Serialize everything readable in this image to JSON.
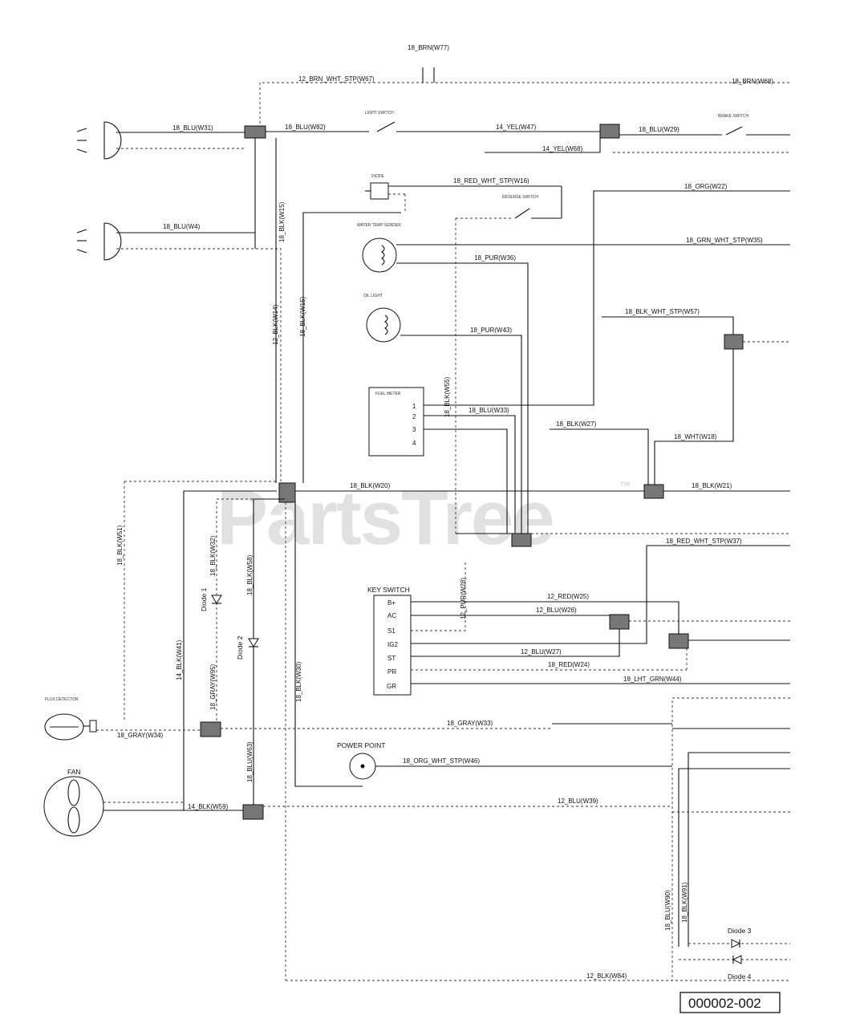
{
  "watermark": {
    "text": "PartsTree",
    "trademark": "™"
  },
  "drawing_number": "000002-002",
  "components": {
    "light_switch": "LIGHT SWITCH",
    "brake_switch": "BRAKE SWITCH",
    "diode_unit": "DIODE",
    "reverse_switch": "REVERSE SWITCH",
    "water_temp_sender": "WATER TEMP SENDER",
    "oil_lamp": "OIL LIGHT",
    "fuel_meter": "FUEL METER",
    "fuel_pins": [
      "1",
      "2",
      "3",
      "4"
    ],
    "key_switch": "KEY SWITCH",
    "key_pins": [
      "B+",
      "AC",
      "S1",
      "IG2",
      "ST",
      "PR",
      "GR"
    ],
    "diode1": "Diode 1",
    "diode2": "Diode 2",
    "diode3": "Diode 3",
    "diode4": "Diode 4",
    "power_point": "POWER POINT",
    "fan": "FAN",
    "flux_meter": "FLUX DETECTOR"
  },
  "wires": {
    "w77": "18_BRN(W77)",
    "w67": "12_BRN_WHT_STP(W67)",
    "w68top": "18_BRN(W68)",
    "w31": "18_BLU(W31)",
    "w82": "18_BLU(W82)",
    "w47": "14_YEL(W47)",
    "w29": "18_BLU(W29)",
    "w68": "14_YEL(W68)",
    "w16": "18_RED_WHT_STP(W16)",
    "w22": "18_ORG(W22)",
    "w4": "18_BLU(W4)",
    "w15a": "18_BLK(W15)",
    "w35": "18_GRN_WHT_STP(W35)",
    "w36": "18_PUR(W36)",
    "w14": "12_BLK(W14)",
    "w15b": "18_BLK(W15)",
    "w57": "18_BLK_WHT_STP(W57)",
    "w43": "18_PUR(W43)",
    "w55": "18_BLK(W55)",
    "w33": "18_BLU(W33)",
    "w27": "18_BLK(W27)",
    "w18": "18_WHT(W18)",
    "w20": "18_BLK(W20)",
    "w21": "18_BLK(W21)",
    "w37": "18_RED_WHT_STP(W37)",
    "w51": "18_BLK(W51)",
    "w32": "18_BLK(W32)",
    "w58": "18_BLK(W58)",
    "w25": "12_RED(W25)",
    "w26": "12_BLU(W26)",
    "w28": "12_PUR(W28)",
    "w27b": "12_BLU(W27)",
    "w24": "18_RED(W24)",
    "w44": "18_LHT_GRN(W44)",
    "w41": "14_BLK(W41)",
    "w30": "18_BLK(W30)",
    "w95": "18_GRAY(W95)",
    "w34": "18_GRAY(W34)",
    "w33g": "18_GRAY(W33)",
    "w46": "18_ORG_WHT_STP(W46)",
    "w63": "18_BLU(W63)",
    "w59": "14_BLK(W59)",
    "w39": "12_BLU(W39)",
    "w90": "18_BLU(W90)",
    "w91": "18_BLK(W91)",
    "w84": "12_BLK(W84)"
  }
}
